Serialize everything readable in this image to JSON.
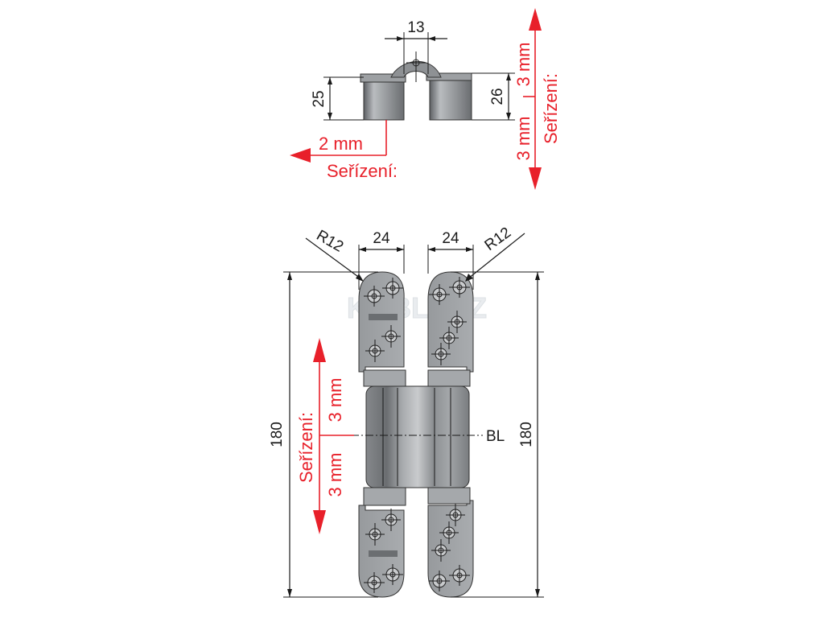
{
  "top_view": {
    "dim_width": "13",
    "dim_left_height": "25",
    "dim_right_height": "26",
    "adjust_left_value": "2 mm",
    "adjust_left_label": "Seřízení:",
    "adjust_right_label": "Seřízení:",
    "adjust_right_up": "3 mm",
    "adjust_right_down": "3 mm"
  },
  "front_view": {
    "radius_left": "R12",
    "radius_right": "R12",
    "width_left": "24",
    "width_right": "24",
    "height_left": "180",
    "height_right": "180",
    "baseline_label": "BL",
    "adjust_label": "Seřízení:",
    "adjust_up": "3 mm",
    "adjust_down": "3 mm",
    "engraving": "KOBLENZ"
  },
  "colors": {
    "adjust_red": "#e8202a",
    "hinge_grey": "#8e9194"
  }
}
